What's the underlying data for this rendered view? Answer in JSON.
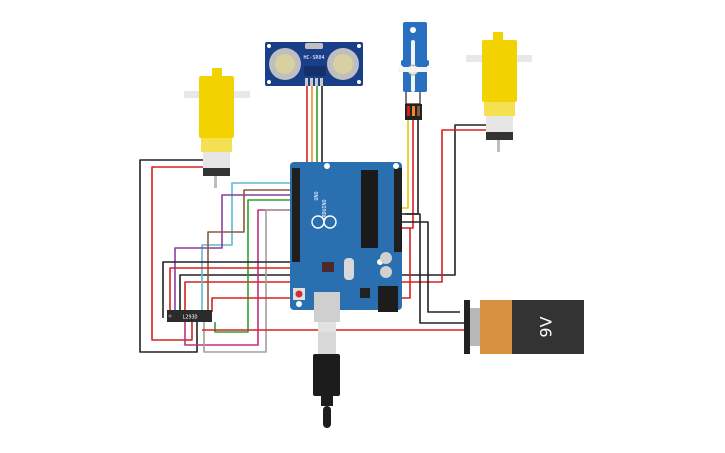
{
  "sensor": {
    "label": "HC-SR04"
  },
  "servo": {
    "label": ""
  },
  "arduino": {
    "brand": "ARDUINO",
    "model": "UNO"
  },
  "driver": {
    "label": "L293D"
  },
  "battery": {
    "label": "9V"
  },
  "colors": {
    "background": "#ffffff",
    "board": "#2a6fb0",
    "sensor_body": "#1a3f8a",
    "motor": "#f2d200",
    "battery_top": "#d89040",
    "battery_body": "#333333",
    "wire_red": "#d62020",
    "wire_black": "#222222",
    "wire_green": "#2ca02c",
    "wire_yellow": "#e8c800",
    "wire_orange": "#f08a24",
    "wire_purple": "#8a3fa0",
    "wire_teal": "#5fb8d0",
    "wire_gray": "#a0a0a0",
    "wire_magenta": "#c0307a",
    "wire_brown": "#8a5a3a"
  }
}
